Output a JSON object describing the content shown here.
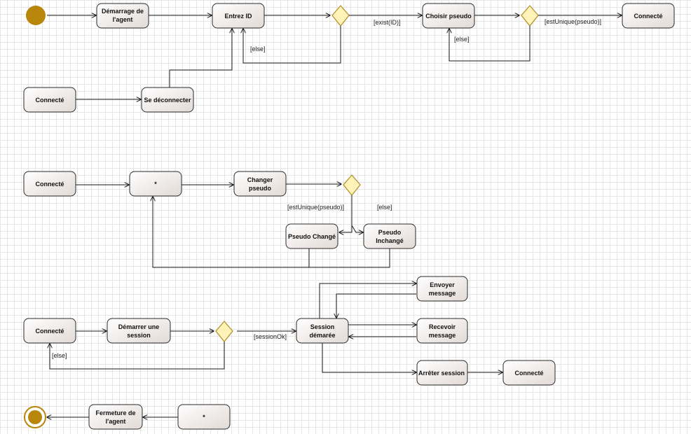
{
  "colors": {
    "initial_fill": "#b8860b",
    "decision_fill": "#fff3b8",
    "decision_stroke": "#b08d2a"
  },
  "nodes": {
    "demarrage_agent": [
      "Démarrage de",
      "l'agent"
    ],
    "entrez_id": [
      "Entrez ID"
    ],
    "choisir_pseudo": [
      "Choisir pseudo"
    ],
    "connecte": [
      "Connecté"
    ],
    "se_deconnecter": [
      "Se déconnecter"
    ],
    "star": [
      "*"
    ],
    "changer_pseudo": [
      "Changer",
      "pseudo"
    ],
    "pseudo_change": [
      "Pseudo Changé"
    ],
    "pseudo_inchange": [
      "Pseudo",
      "Inchangé"
    ],
    "demarrer_session": [
      "Démarrer une",
      "session"
    ],
    "session_demarree": [
      "Session",
      "démarée"
    ],
    "envoyer_message": [
      "Envoyer",
      "message"
    ],
    "recevoir_message": [
      "Recevoir",
      "message"
    ],
    "arreter_session": [
      "Arrêter session"
    ],
    "fermeture_agent": [
      "Fermeture de",
      "l'agent"
    ]
  },
  "guards": {
    "exist_id": "[exist(ID)]",
    "else": "[else]",
    "est_unique": "[estUnique(pseudo)]",
    "session_ok": "[sessionOk]"
  }
}
